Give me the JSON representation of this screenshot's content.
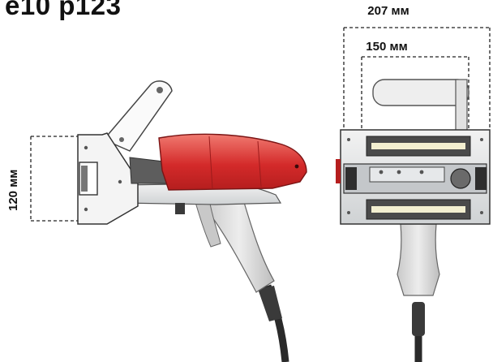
{
  "title": "e10 p123",
  "dimensions": {
    "overall_width": "207 мм",
    "inner_width": "150 мм",
    "height": "120 мм"
  },
  "colors": {
    "housing_red": "#d42a2a",
    "housing_red_light": "#ef6a63",
    "grip_gray": "#d6d6d6",
    "metal": "#bfc3c6",
    "cable": "#2a2a2a"
  }
}
